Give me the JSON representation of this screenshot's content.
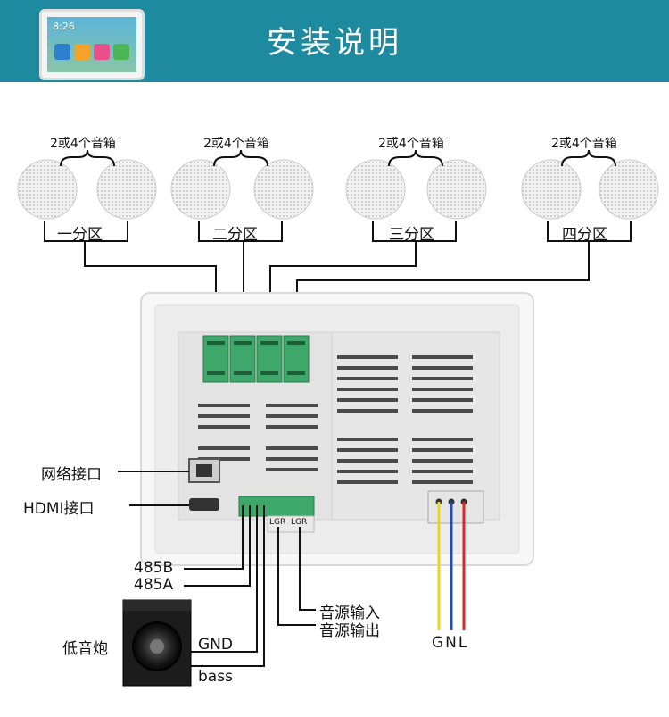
{
  "header": {
    "title": "安装说明"
  },
  "zones": [
    {
      "speaker_note": "2或4个音箱",
      "label": "一分区"
    },
    {
      "speaker_note": "2或4个音箱",
      "label": "二分区"
    },
    {
      "speaker_note": "2或4个音箱",
      "label": "三分区"
    },
    {
      "speaker_note": "2或4个音箱",
      "label": "四分区"
    }
  ],
  "ports": {
    "network": "网络接口",
    "hdmi": "HDMI接口",
    "rs485b": "485B",
    "rs485a": "485A",
    "gnd": "GND",
    "bass": "bass",
    "audio_in": "音源输入",
    "audio_out": "音源输出",
    "subwoofer": "低音炮",
    "power": "GNL",
    "lgr_left": "LGR",
    "lgr_right": "LGR"
  },
  "phone": {
    "time": "8:26"
  },
  "colors": {
    "header_bg": "#1d8aa0",
    "wire_yellow": "#f2d21e",
    "wire_blue": "#1f4fb5",
    "wire_red": "#d62a2a",
    "terminal_green": "#3ea86a"
  }
}
